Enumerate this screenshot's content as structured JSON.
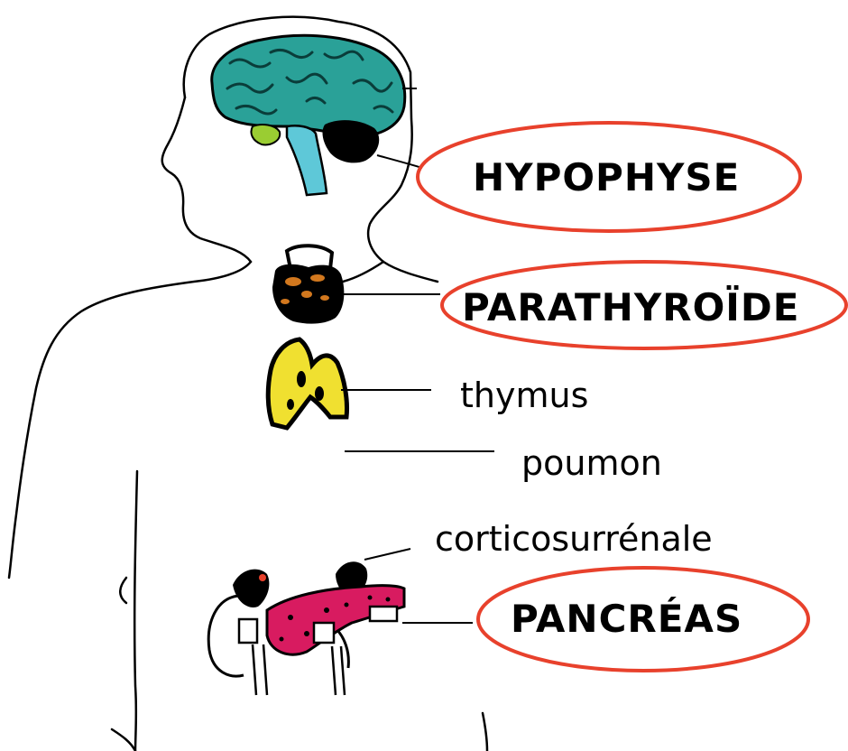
{
  "labels": {
    "hypophyse": "HYPOPHYSE",
    "parathyroide": "PARATHYROÏDE",
    "thymus": "thymus",
    "poumon": "poumon",
    "corticosurrenale": "corticosurrénale",
    "pancreas": "PANCRÉAS"
  },
  "colors": {
    "highlight_ellipse": "#e8412c",
    "brain": "#2aa198",
    "brain_stem": "#5ec8d8",
    "cerebellum_accent": "#9acd32",
    "thyroid": "#d2781e",
    "thymus": "#f0e030",
    "pancreas": "#d81b60",
    "outline": "#000000"
  },
  "icons": {
    "body": "human-body-outline-icon",
    "brain": "brain-icon",
    "thyroid": "thyroid-gland-icon",
    "thymus": "thymus-icon",
    "pancreas": "pancreas-icon",
    "adrenal": "adrenal-gland-icon"
  }
}
